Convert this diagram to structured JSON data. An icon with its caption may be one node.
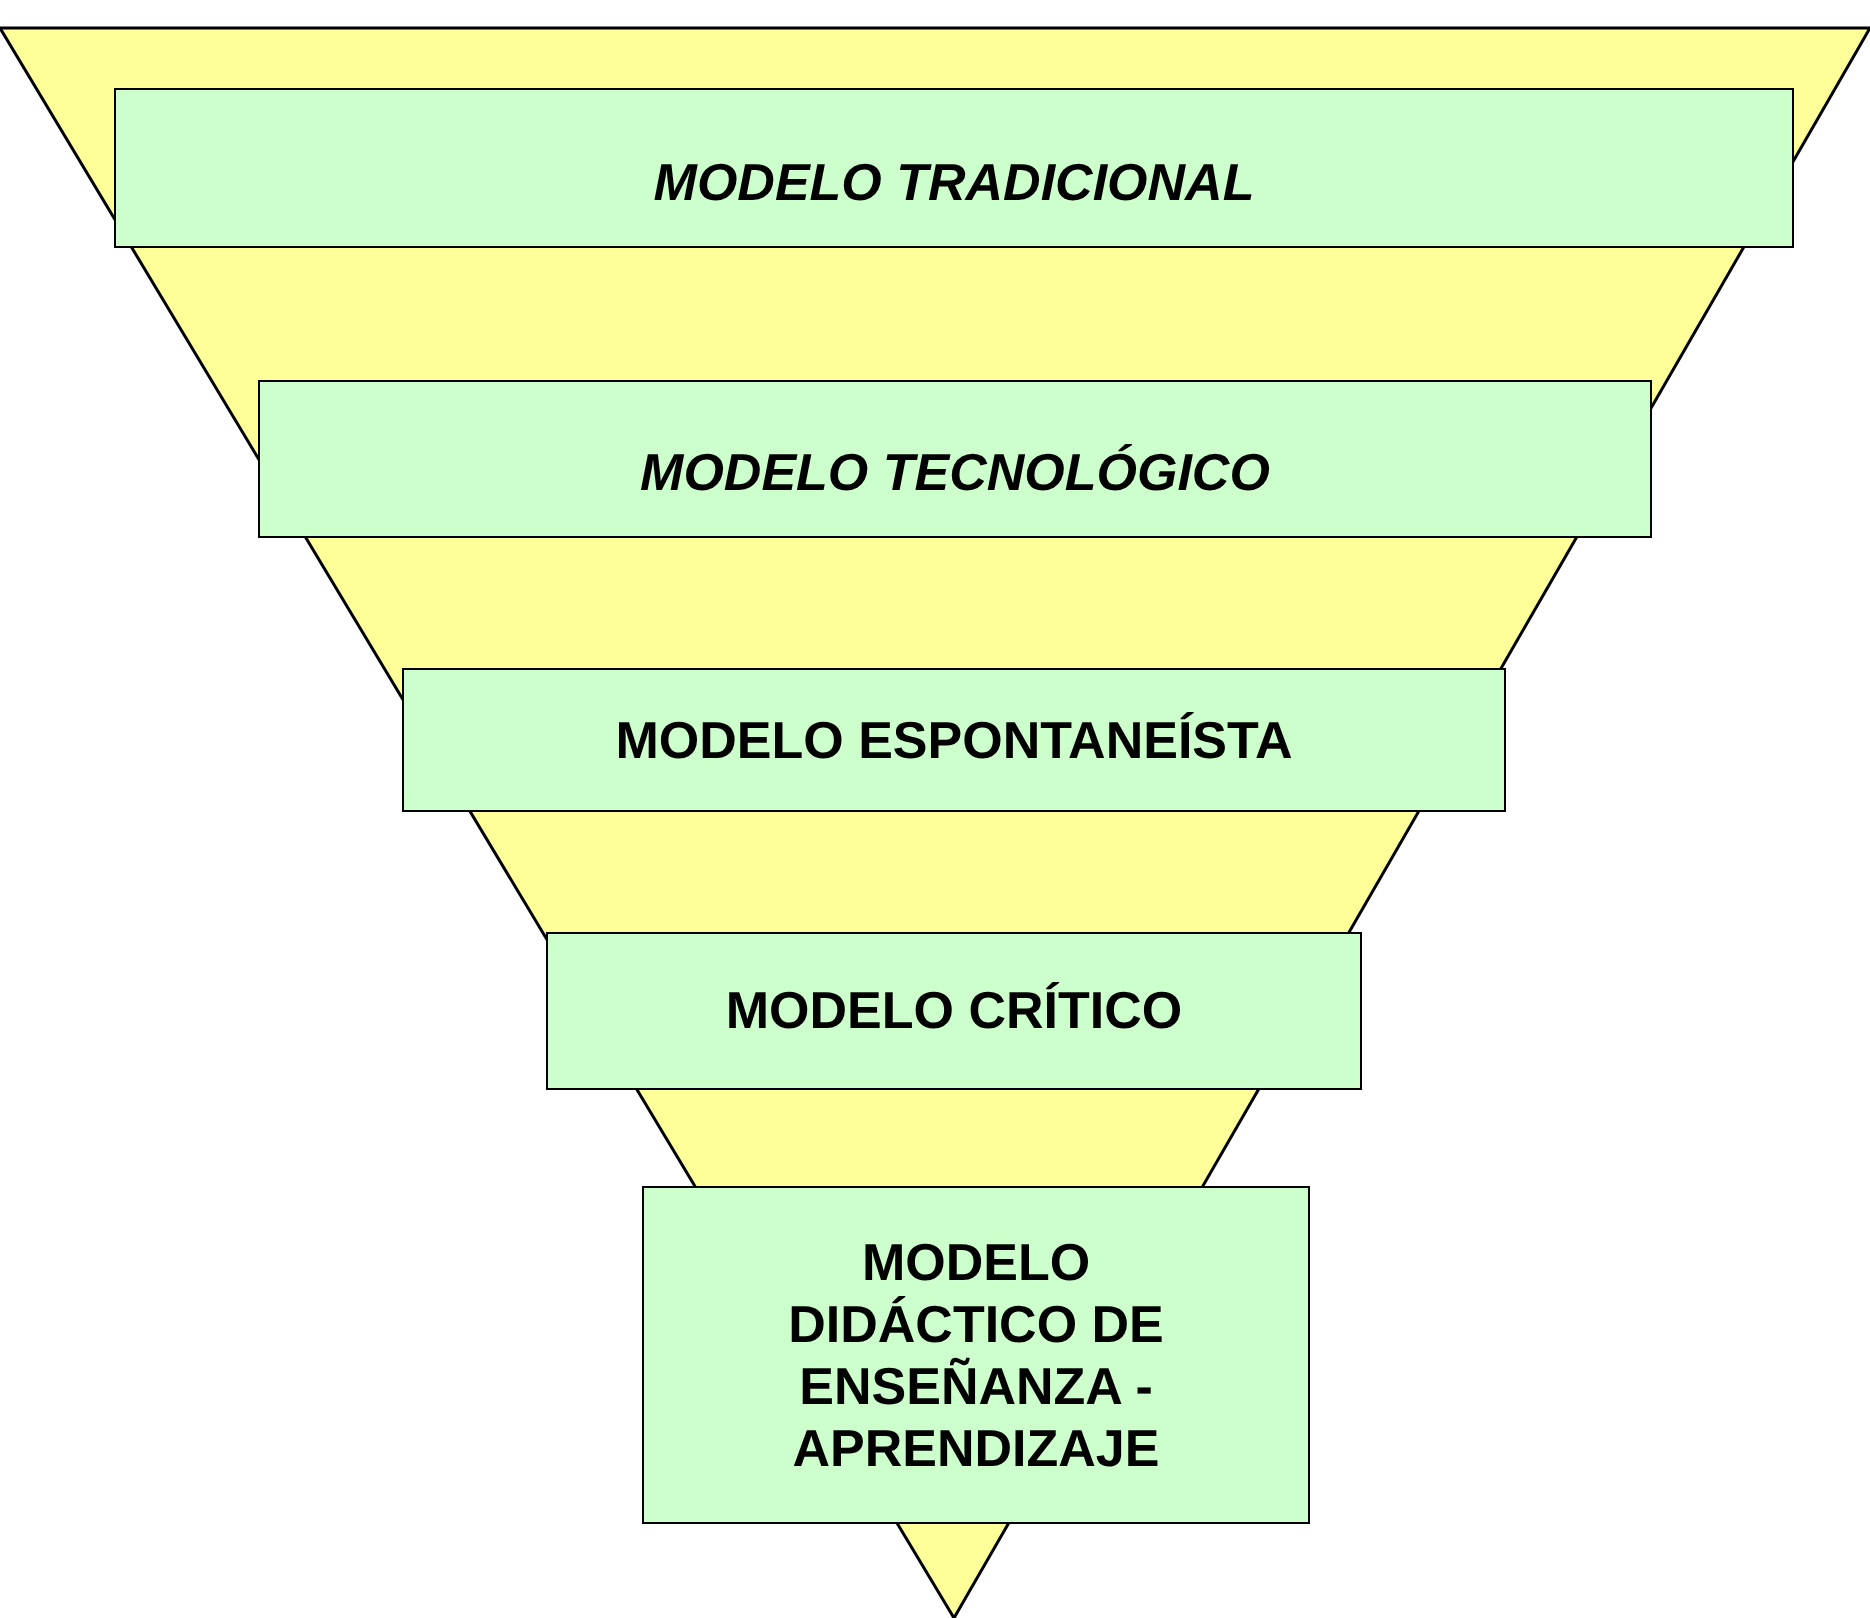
{
  "diagram": {
    "nodes": [
      {
        "text": [
          "MODELO TRADICIONAL"
        ]
      },
      {
        "text": [
          "MODELO TECNOLÓGICO"
        ]
      },
      {
        "text": [
          "MODELO ESPONTANEÍSTA"
        ]
      },
      {
        "text": [
          "MODELO CRÍTICO"
        ]
      },
      {
        "text": [
          "MODELO DIDÁCTICO DE ENSEÑANZA - APRENDIZAJE"
        ]
      }
    ]
  }
}
